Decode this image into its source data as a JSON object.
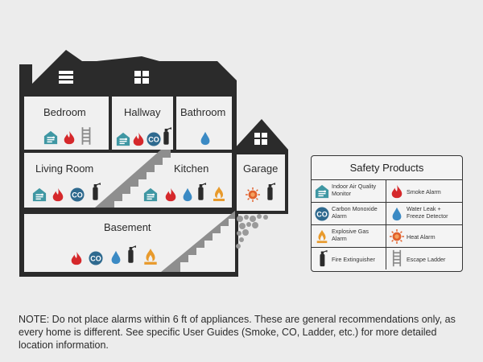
{
  "rooms": {
    "bedroom": "Bedroom",
    "hallway": "Hallway",
    "bathroom": "Bathroom",
    "living_room": "Living Room",
    "kitchen": "Kitchen",
    "garage": "Garage",
    "basement": "Basement"
  },
  "legend": {
    "title": "Safety Products",
    "items": [
      {
        "icon": "indoor-air-quality-icon",
        "label": "Indoor Air Quality Monitor"
      },
      {
        "icon": "smoke-alarm-icon",
        "label": "Smoke Alarm"
      },
      {
        "icon": "co-alarm-icon",
        "label": "Carbon Monoxide Alarm"
      },
      {
        "icon": "water-leak-icon",
        "label": "Water Leak + Freeze Detector"
      },
      {
        "icon": "explosive-gas-icon",
        "label": "Explosive Gas Alarm"
      },
      {
        "icon": "heat-alarm-icon",
        "label": "Heat Alarm"
      },
      {
        "icon": "fire-extinguisher-icon",
        "label": "Fire Extinguisher"
      },
      {
        "icon": "escape-ladder-icon",
        "label": "Escape Ladder"
      }
    ]
  },
  "note": "NOTE: Do not place alarms within 6 ft of appliances. These are general recommendations only, as every home is different. See specific User Guides (Smoke, CO, Ladder, etc.) for more detailed location information.",
  "colors": {
    "house": "#2b2b2b",
    "air_quality": "#3f97a3",
    "smoke": "#d5282b",
    "co": "#2f6a8f",
    "water": "#3b8ac4",
    "gas": "#e89a2c",
    "heat": "#e1602b",
    "extinguisher": "#2b2b2b",
    "ladder": "#8a8a8a"
  }
}
